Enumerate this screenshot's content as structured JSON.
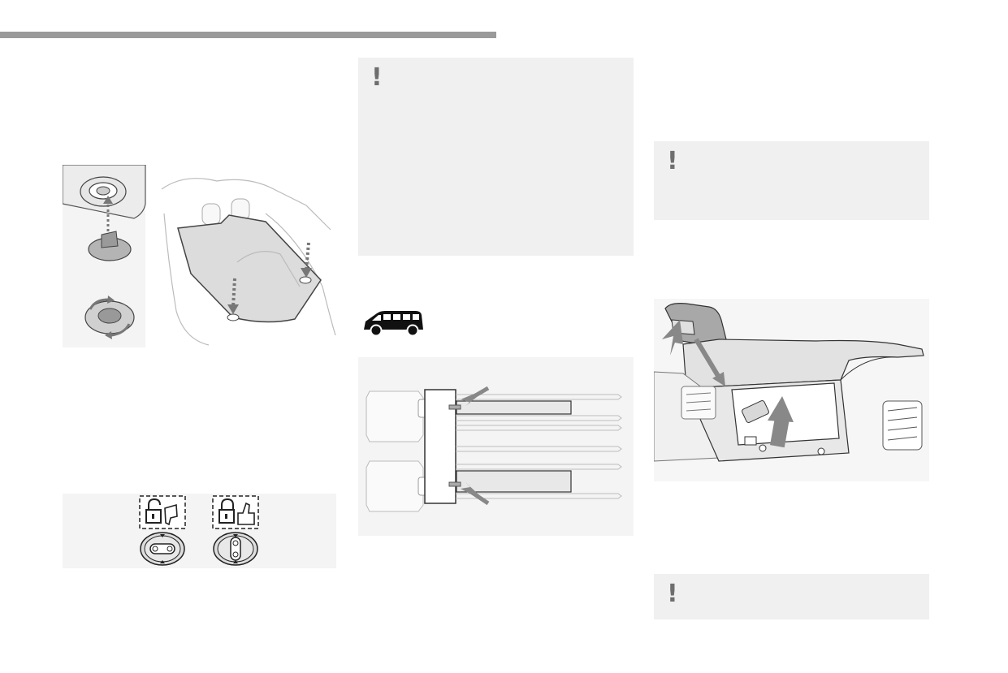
{
  "page": {
    "header_bar_color": "#9a9a9a",
    "warning_box_color": "#f0f0f0",
    "warning_symbol": "!"
  },
  "figures": {
    "floor_mat_icon": "floor-mat-fixing",
    "lock_states_icon": "lock-unlock-indicators",
    "vehicle_icon": "passenger-van",
    "rear_seat_rails_icon": "seat-rails",
    "dashboard_icon": "glovebox-removal"
  }
}
